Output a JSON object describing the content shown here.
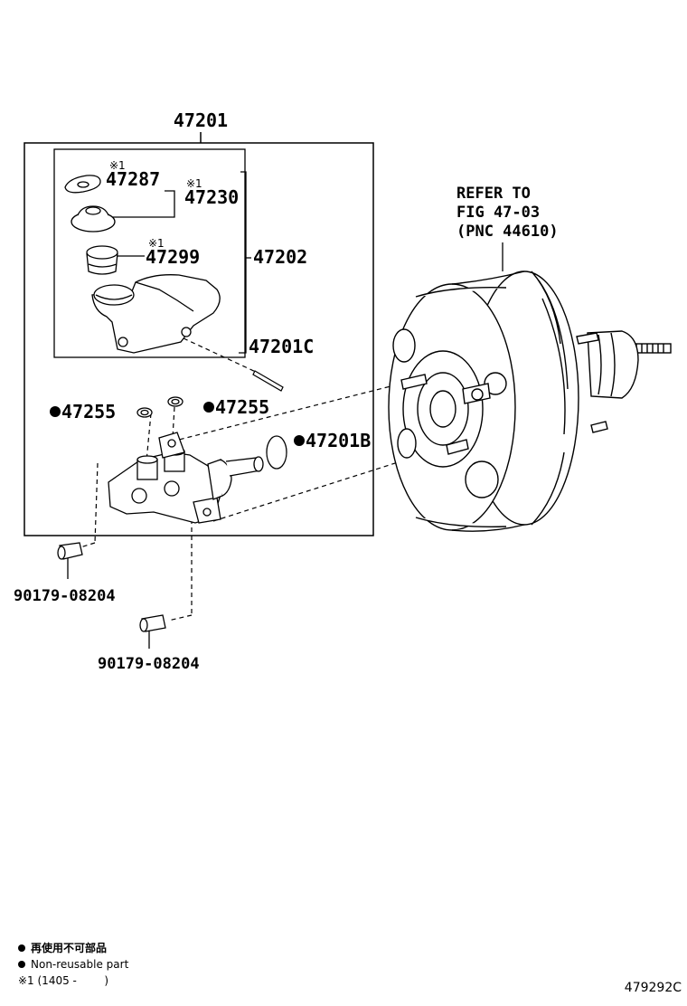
{
  "parts": {
    "assembly": "47201",
    "reservoir_cap_gasket": "47287",
    "reservoir_cap": "47230",
    "strainer": "47299",
    "reservoir_set": "47202",
    "pin": "47201C",
    "grommet_left": "47255",
    "grommet_right": "47255",
    "o_ring": "47201B",
    "plug_upper": "90179-08204",
    "plug_lower": "90179-08204"
  },
  "marks": {
    "note_mark": "※1"
  },
  "reference": {
    "line1": "REFER TO",
    "line2": "FIG 47-03",
    "line3": "(PNC 44610)"
  },
  "legend": {
    "non_reusable_jp": "再使用不可部品",
    "non_reusable_en": "Non-reusable part",
    "note": "※1 (1405 -        )"
  },
  "figure_code": "479292C"
}
